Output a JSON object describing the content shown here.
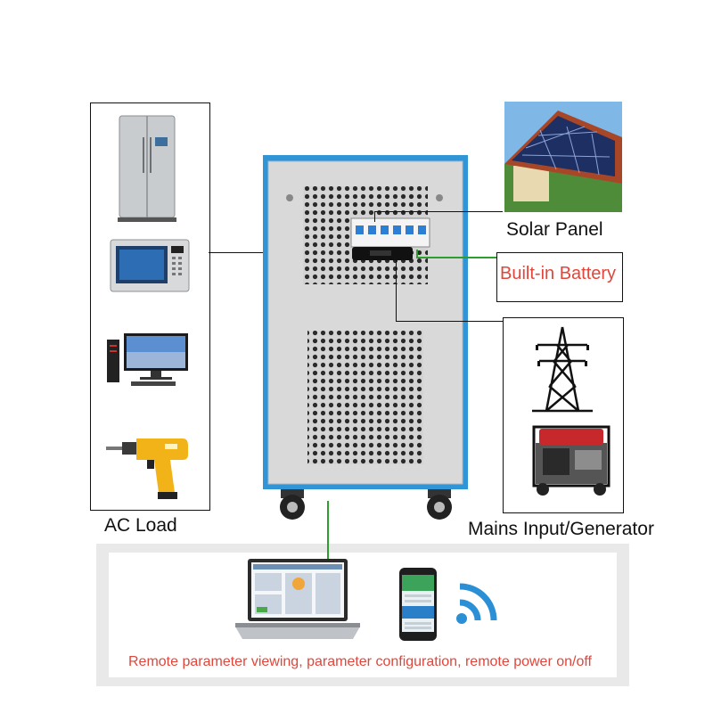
{
  "labels": {
    "ac_load": "AC Load",
    "solar_panel": "Solar Panel",
    "built_in_battery": "Built-in Battery",
    "mains_input": "Mains Input/Generator",
    "remote_caption": "Remote parameter viewing, parameter configuration, remote power on/off"
  },
  "colors": {
    "cabinet_frame": "#2f95d6",
    "cabinet_panel": "#d9d9d9",
    "green_connector": "#2e9e2e",
    "red_text": "#e0463b"
  },
  "icons": {
    "loads": [
      "refrigerator-icon",
      "microwave-icon",
      "desktop-computer-icon",
      "power-drill-icon"
    ],
    "mains": [
      "transmission-tower-icon",
      "generator-icon"
    ],
    "remote": [
      "laptop-icon",
      "smartphone-icon",
      "wifi-signal-icon"
    ]
  }
}
